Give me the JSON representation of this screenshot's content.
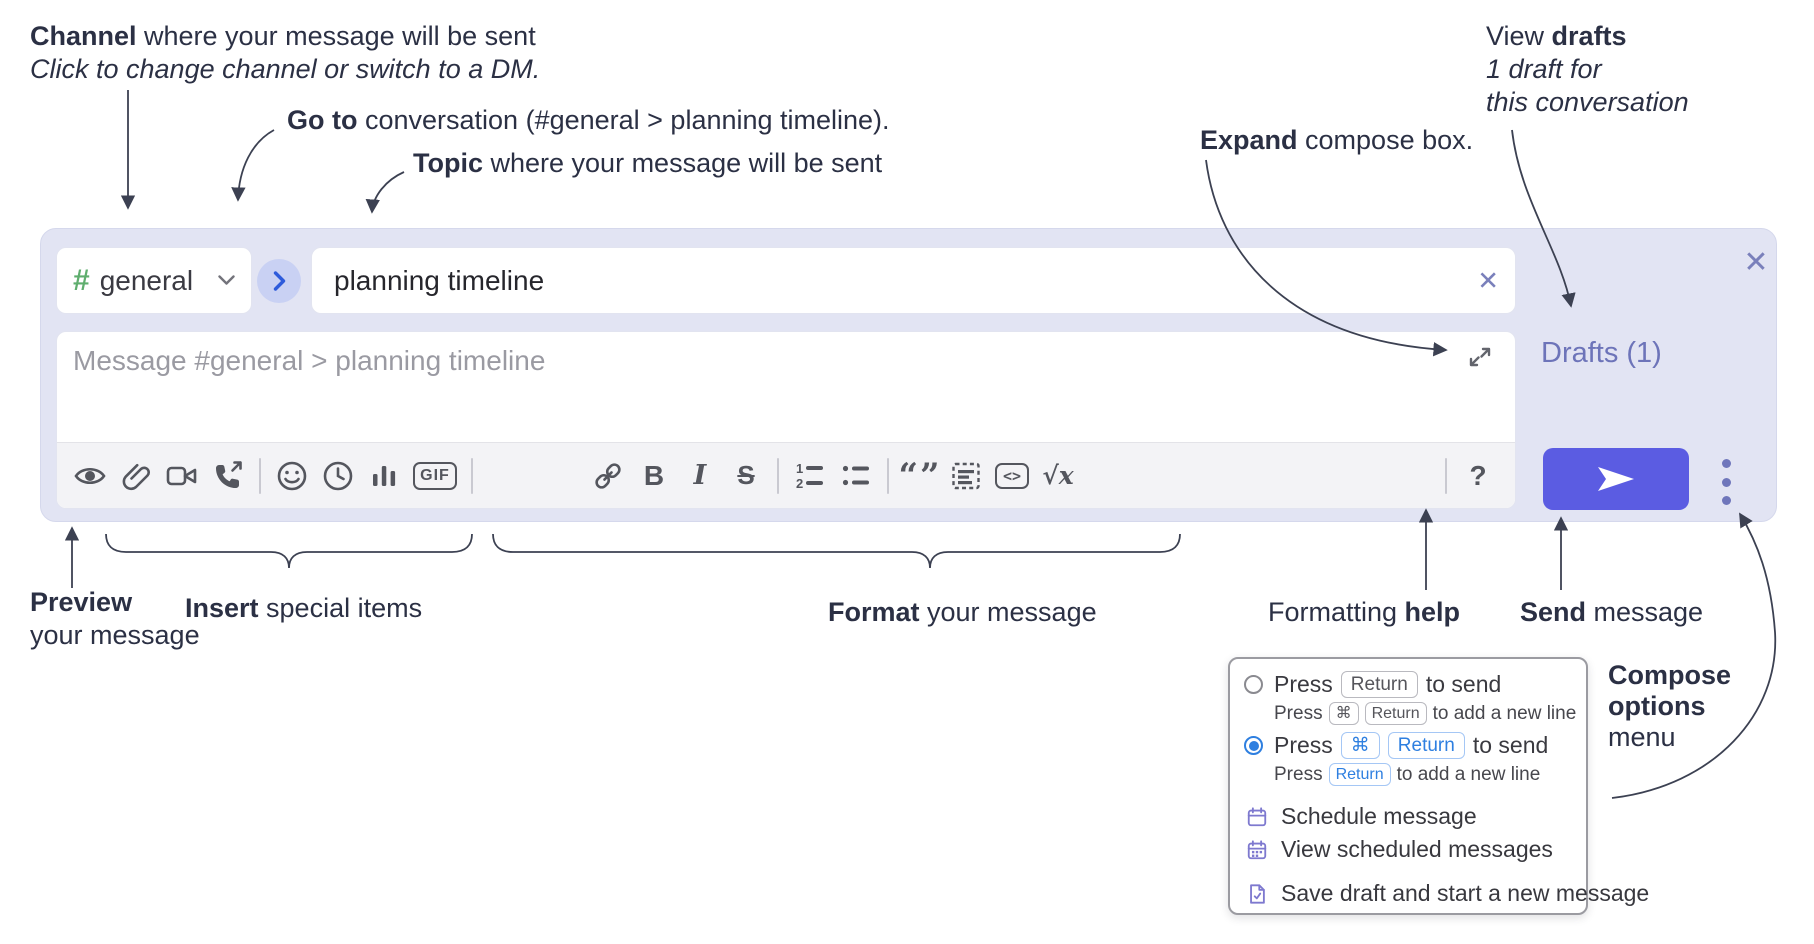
{
  "annotations": {
    "channel_line1_bold": "Channel",
    "channel_line1_rest": " where your message will be sent",
    "channel_line2": "Click to change channel or switch to a DM.",
    "goto_bold": "Go to",
    "goto_rest": " conversation (#general > planning timeline).",
    "topic_bold": "Topic",
    "topic_rest": " where your message will be sent",
    "drafts_line1_pre": "View ",
    "drafts_line1_bold": "drafts",
    "drafts_line2": "1 draft for",
    "drafts_line3": "this conversation",
    "expand_bold": "Expand",
    "expand_rest": " compose box.",
    "preview_bold": "Preview",
    "preview_line2": "your message",
    "insert_bold": "Insert",
    "insert_rest": " special items",
    "format_bold": "Format",
    "format_rest": " your message",
    "help_pre": "Formatting ",
    "help_bold": "help",
    "send_bold": "Send",
    "send_rest": " message",
    "compose_opts_line1": "Compose",
    "compose_opts_line2": "options",
    "compose_opts_line3": "menu"
  },
  "compose": {
    "channel_hash": "#",
    "channel_name": "general",
    "topic_value": "planning timeline",
    "clear_topic_glyph": "✕",
    "close_glyph": "✕",
    "message_placeholder": "Message #general > planning timeline",
    "drafts_label": "Drafts (1)",
    "toolbar_labels": {
      "bold": "B",
      "italic": "I",
      "strike": "S",
      "gif": "GIF",
      "quote": "“”",
      "code": "<>",
      "math": "√x",
      "help": "?"
    },
    "toolbar_icon_names": [
      "preview-eye",
      "attach-file",
      "video-call",
      "voice-call",
      "emoji",
      "time",
      "poll",
      "gif",
      "link",
      "bold",
      "italic",
      "strikethrough",
      "numbered-list",
      "bulleted-list",
      "quote",
      "spoiler",
      "code",
      "math",
      "help"
    ]
  },
  "options_menu": {
    "opt1_main_press": "Press",
    "opt1_main_key": "Return",
    "opt1_main_rest": "to send",
    "opt1_sub_press": "Press",
    "opt1_sub_key1": "⌘",
    "opt1_sub_key2": "Return",
    "opt1_sub_rest": "to add a new line",
    "opt2_main_press": "Press",
    "opt2_main_key1": "⌘",
    "opt2_main_key2": "Return",
    "opt2_main_rest": "to send",
    "opt2_sub_press": "Press",
    "opt2_sub_key": "Return",
    "opt2_sub_rest": "to add a new line",
    "items": [
      {
        "label": "Schedule message"
      },
      {
        "label": "View scheduled messages"
      },
      {
        "label": "Save draft and start a new message"
      }
    ]
  },
  "colors": {
    "compose_bg": "#e2e4f3",
    "send_button": "#5b5ce2",
    "drafts_link": "#6d74b9",
    "hash_green": "#5fae6e",
    "radio_selected": "#2e7fe0",
    "menu_icon_purple": "#7e79cf",
    "annotation_text": "#2b3044"
  }
}
